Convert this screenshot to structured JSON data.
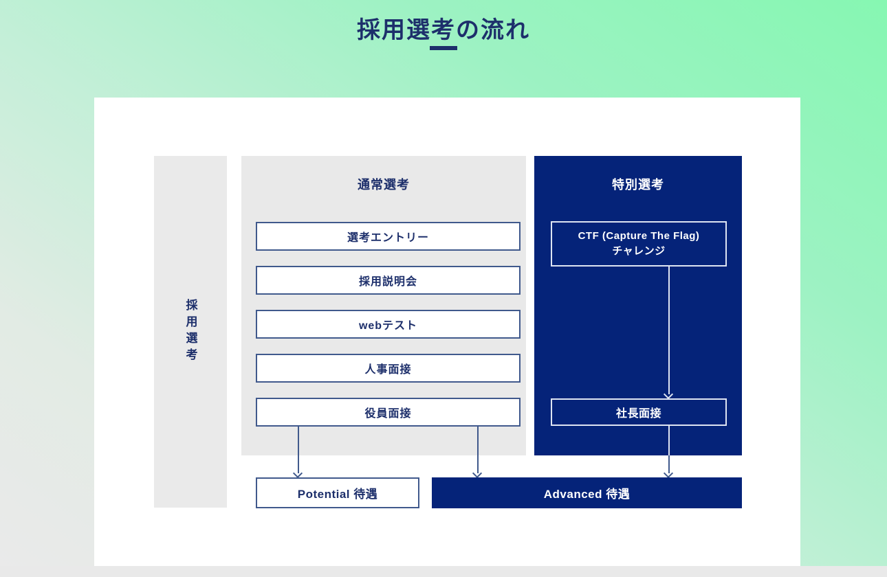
{
  "page": {
    "title": "採用選考の流れ"
  },
  "colors": {
    "navy": "#052379",
    "text_navy": "#1d2f6b",
    "border_steel": "#40598c",
    "panel_gray": "#e9e9e9",
    "gradient_green_top": "#86f7b2",
    "gradient_gray_bottom": "#eaeaea"
  },
  "diagram": {
    "side_label": "採用選考",
    "normal_track": {
      "header": "通常選考",
      "steps": [
        "選考エントリー",
        "採用説明会",
        "webテスト",
        "人事面接",
        "役員面接"
      ]
    },
    "special_track": {
      "header": "特別選考",
      "ctf_line1": "CTF (Capture The Flag)",
      "ctf_line2": "チャレンジ",
      "president_step": "社長面接"
    },
    "outcomes": {
      "potential": "Potential 待遇",
      "advanced": "Advanced 待遇"
    }
  }
}
